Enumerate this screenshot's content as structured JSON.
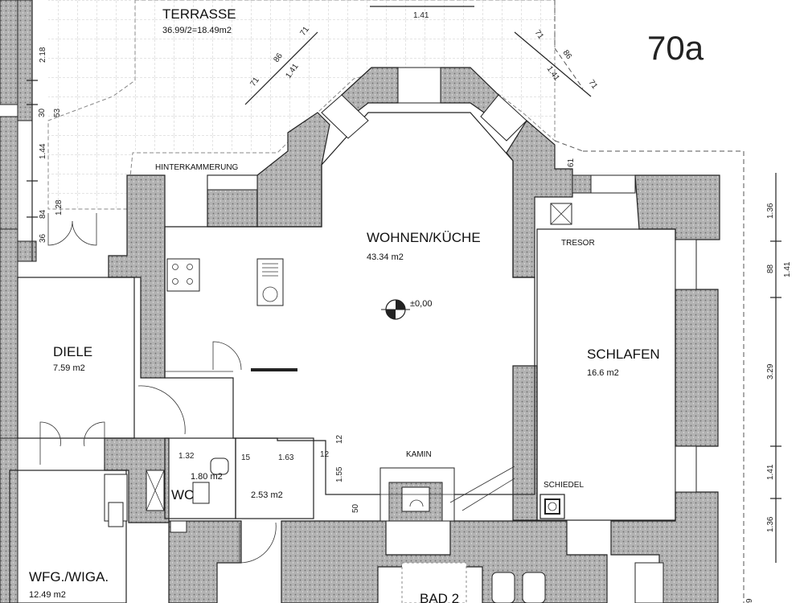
{
  "plan_id": "70a",
  "rooms": {
    "terrasse": {
      "name": "TERRASSE",
      "area": "36.99/2=18.49m2"
    },
    "wohnen": {
      "name": "WOHNEN/KÜCHE",
      "area": "43.34 m2"
    },
    "schlafen": {
      "name": "SCHLAFEN",
      "area": "16.6 m2"
    },
    "diele": {
      "name": "DIELE",
      "area": "7.59 m2"
    },
    "wfg": {
      "name": "WFG./WIGA.",
      "area": "12.49 m2"
    },
    "wc": {
      "name": "WC",
      "area": "1.80 m2"
    },
    "abstell": {
      "area": "2.53 m2"
    },
    "bad": {
      "name": "BAD 2"
    }
  },
  "labels": {
    "hinterkammerung": "HINTERKAMMERUNG",
    "tresor": "TRESOR",
    "kamin": "KAMIN",
    "schiedel": "SCHIEDEL",
    "level": "±0,00"
  },
  "dimensions": {
    "top_1_41": "1.41",
    "diag_71_a": "71",
    "diag_86_a": "86",
    "diag_1_41_a": "1.41",
    "diag_71_b": "71",
    "diag_71_c": "71",
    "diag_86_b": "86",
    "diag_1_41_b": "1.41",
    "diag_71_d": "71",
    "left_2_18": "2.18",
    "left_30": "30",
    "left_53": "53",
    "left_1_44": "1.44",
    "left_1_28": "1.28",
    "left_84": "84",
    "left_36": "36",
    "d_61": "61",
    "r_1_36_a": "1.36",
    "r_88": "88",
    "r_1_41_a": "1.41",
    "r_3_29": "3.29",
    "r_1_41_b": "1.41",
    "r_1_36_b": "1.36",
    "r_9": "9",
    "c_1_32": "1.32",
    "c_15": "15",
    "c_1_63": "1.63",
    "c_12_a": "12",
    "c_12_b": "12",
    "c_1_55": "1.55",
    "c_50": "50"
  }
}
